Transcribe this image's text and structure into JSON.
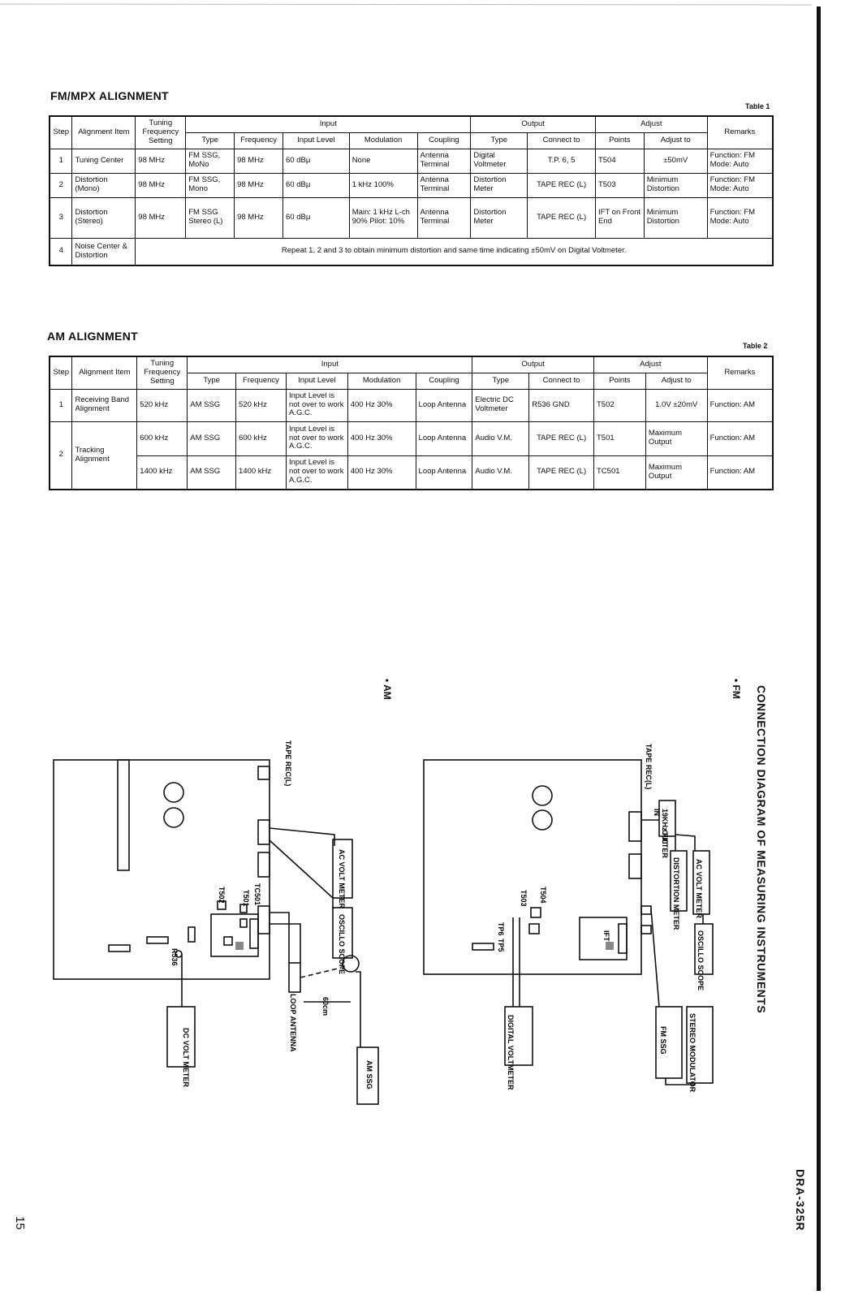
{
  "fm_table": {
    "title": "FM/MPX ALIGNMENT",
    "label": "Table 1",
    "headers": {
      "step": "Step",
      "alignment_item": "Alignment Item",
      "tuning": "Tuning Frequency Setting",
      "input": "Input",
      "output": "Output",
      "adjust": "Adjust",
      "remarks": "Remarks",
      "type": "Type",
      "frequency": "Frequency",
      "input_level": "Input Level",
      "modulation": "Modulation",
      "coupling": "Coupling",
      "out_type": "Type",
      "connect_to": "Connect to",
      "points": "Points",
      "adjust_to": "Adjust to"
    },
    "rows": [
      {
        "step": "1",
        "item": "Tuning Center",
        "tuning": "98 MHz",
        "type": "FM SSG, MoNo",
        "freq": "98 MHz",
        "level": "60 dBμ",
        "mod": "None",
        "coupling": "Antenna Terminal",
        "out_type": "Digital Voltmeter",
        "connect": "T.P. 6, 5",
        "points": "T504",
        "adjust": "±50mV",
        "remarks": "Function: FM Mode: Auto"
      },
      {
        "step": "2",
        "item": "Distortion (Mono)",
        "tuning": "98 MHz",
        "type": "FM SSG, Mono",
        "freq": "98 MHz",
        "level": "60 dBμ",
        "mod": "1 kHz 100%",
        "coupling": "Antenna Terminal",
        "out_type": "Distortion Meter",
        "connect": "TAPE REC (L)",
        "points": "T503",
        "adjust": "Minimum Distortion",
        "remarks": "Function: FM Mode: Auto"
      },
      {
        "step": "3",
        "item": "Distortion (Stereo)",
        "tuning": "98 MHz",
        "type": "FM SSG Stereo (L)",
        "freq": "98 MHz",
        "level": "60 dBμ",
        "mod": "Main: 1 kHz L-ch 90% Pilot: 10%",
        "coupling": "Antenna Terminal",
        "out_type": "Distortion Meter",
        "connect": "TAPE REC (L)",
        "points": "IFT on Front End",
        "adjust": "Minimum Distortion",
        "remarks": "Function: FM Mode: Auto"
      }
    ],
    "row4": {
      "step": "4",
      "item": "Noise Center & Distortion",
      "text": "Repeat 1, 2 and 3 to obtain minimum distortion and same time indicating ±50mV on Digital Voltmeter."
    }
  },
  "am_table": {
    "title": "AM ALIGNMENT",
    "label": "Table 2",
    "rows": [
      {
        "step": "1",
        "item": "Receiving Band Alignment",
        "tuning": "520 kHz",
        "type": "AM SSG",
        "freq": "520 kHz",
        "level": "Input Level is not over to work A.G.C.",
        "mod": "400 Hz 30%",
        "coupling": "Loop Antenna",
        "out_type": "Electric DC Voltmeter",
        "connect": "R536 GND",
        "points": "T502",
        "adjust": "1.0V ±20mV",
        "remarks": "Function: AM"
      },
      {
        "step": "2",
        "item": "Tracking Alignment",
        "tuning": "600 kHz",
        "type": "AM SSG",
        "freq": "600 kHz",
        "level": "Input Level is not over to work A.G.C.",
        "mod": "400 Hz 30%",
        "coupling": "Loop Antenna",
        "out_type": "Audio V.M.",
        "connect": "TAPE REC (L)",
        "points": "T501",
        "adjust": "Maximum Output",
        "remarks": "Function: AM"
      },
      {
        "step": "",
        "item": "",
        "tuning": "1400 kHz",
        "type": "AM SSG",
        "freq": "1400 kHz",
        "level": "Input Level is not over to work A.G.C.",
        "mod": "400 Hz 30%",
        "coupling": "Loop Antenna",
        "out_type": "Audio V.M.",
        "connect": "TAPE REC (L)",
        "points": "TC501",
        "adjust": "Maximum Output",
        "remarks": "Function: AM"
      }
    ]
  },
  "diagram": {
    "title": "CONNECTION DIAGRAM OF MEASURING INSTRUMENTS",
    "fm_label": "• FM",
    "am_label": "• AM",
    "fm": {
      "tape_rec": "TAPE REC(L)",
      "filter": "19KHz FILTER",
      "filter_in": "IN",
      "filter_out": "OUT",
      "ac_volt": "AC VOLT METER",
      "distortion": "DISTORTION METER",
      "oscillo": "OSCILLO SCOPE",
      "stereo_mod": "STEREO MODULATOR",
      "fm_ssg": "FM SSG",
      "digital_vm": "DIGITAL VOLTMETER",
      "t504": "T504",
      "t503": "T503",
      "tp6": "TP6",
      "tp5": "TP5",
      "ift": "IFT"
    },
    "am": {
      "tape_rec": "TAPE REC(L)",
      "ac_volt": "AC VOLT METER",
      "oscillo": "OSCILLO SCOPE",
      "tc501": "TC501",
      "t501": "T501",
      "t502": "T502",
      "r536": "R536",
      "dc_volt": "DC VOLT METER",
      "loop": "LOOP ANTENNA",
      "distance": "60cm",
      "am_ssg": "AM SSG"
    }
  },
  "footer": {
    "page": "15",
    "model": "DRA-325R"
  }
}
